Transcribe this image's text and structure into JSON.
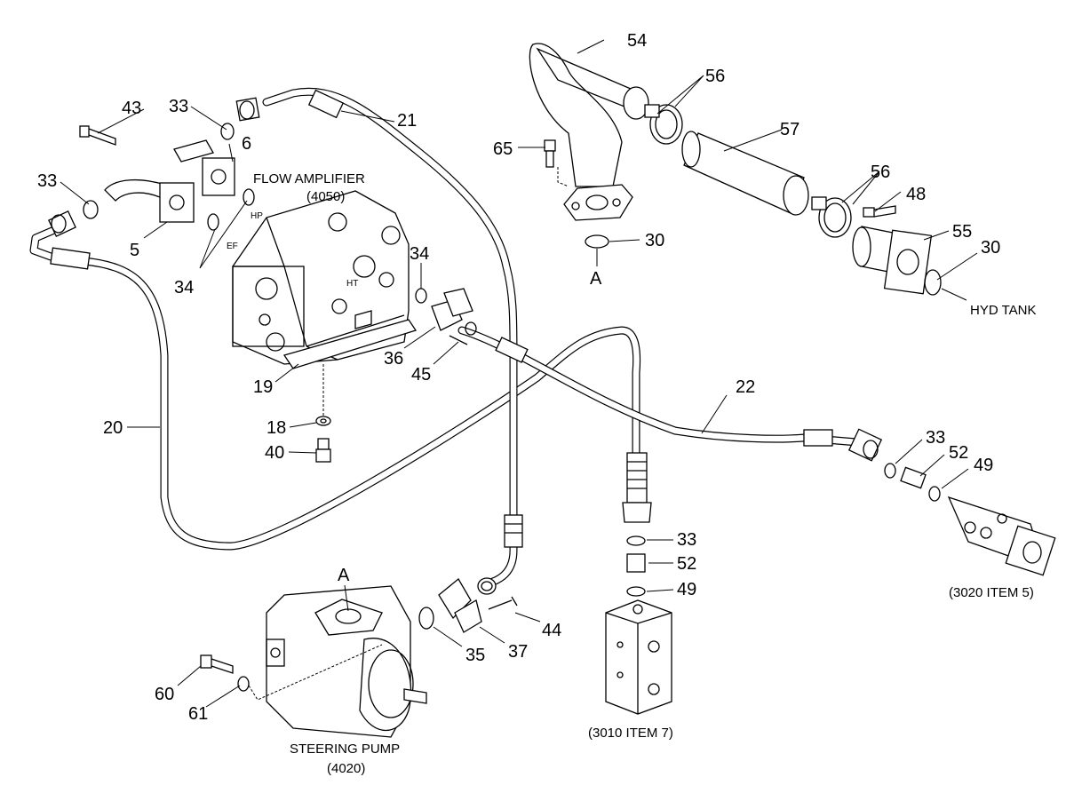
{
  "diagram": {
    "callouts": [
      {
        "id": "c43",
        "text": "43"
      },
      {
        "id": "c33a",
        "text": "33"
      },
      {
        "id": "c6",
        "text": "6"
      },
      {
        "id": "c33b",
        "text": "33"
      },
      {
        "id": "c5",
        "text": "5"
      },
      {
        "id": "c34a",
        "text": "34"
      },
      {
        "id": "c21",
        "text": "21"
      },
      {
        "id": "c54",
        "text": "54"
      },
      {
        "id": "c56a",
        "text": "56"
      },
      {
        "id": "c57",
        "text": "57"
      },
      {
        "id": "c65",
        "text": "65"
      },
      {
        "id": "c30a",
        "text": "30"
      },
      {
        "id": "cA1",
        "text": "A"
      },
      {
        "id": "c56b",
        "text": "56"
      },
      {
        "id": "c48",
        "text": "48"
      },
      {
        "id": "c55",
        "text": "55"
      },
      {
        "id": "c30b",
        "text": "30"
      },
      {
        "id": "c34b",
        "text": "34"
      },
      {
        "id": "c36",
        "text": "36"
      },
      {
        "id": "c45",
        "text": "45"
      },
      {
        "id": "c19",
        "text": "19"
      },
      {
        "id": "c22",
        "text": "22"
      },
      {
        "id": "c20",
        "text": "20"
      },
      {
        "id": "c18",
        "text": "18"
      },
      {
        "id": "c40",
        "text": "40"
      },
      {
        "id": "c33c",
        "text": "33"
      },
      {
        "id": "c52a",
        "text": "52"
      },
      {
        "id": "c49a",
        "text": "49"
      },
      {
        "id": "c33d",
        "text": "33"
      },
      {
        "id": "c52b",
        "text": "52"
      },
      {
        "id": "c49b",
        "text": "49"
      },
      {
        "id": "cA2",
        "text": "A"
      },
      {
        "id": "c44",
        "text": "44"
      },
      {
        "id": "c35",
        "text": "35"
      },
      {
        "id": "c37",
        "text": "37"
      },
      {
        "id": "c60",
        "text": "60"
      },
      {
        "id": "c61",
        "text": "61"
      }
    ],
    "captions": {
      "flow_amplifier": "FLOW AMPLIFIER",
      "flow_amplifier_ref": "(4050)",
      "hyd_tank": "HYD TANK",
      "steering_pump": "STEERING PUMP",
      "steering_pump_ref": "(4020)",
      "item_3010": "(3010 ITEM 7)",
      "item_3020": "(3020 ITEM 5)"
    },
    "port_marks": {
      "hp": "HP",
      "ef": "EF",
      "ht": "HT"
    }
  }
}
